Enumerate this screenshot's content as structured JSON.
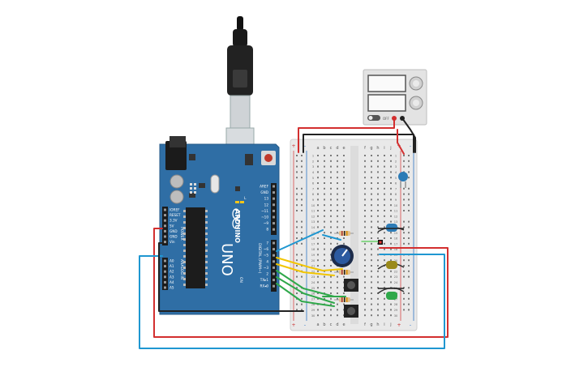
{
  "arduino": {
    "brand": "ARDUINO",
    "model": "UNO",
    "power_header_labels": [
      "IOREF",
      "RESET",
      "3.3V",
      "5V",
      "GND",
      "GND",
      "Vin"
    ],
    "power_header_title": "POWER",
    "analog_labels": [
      "A0",
      "A1",
      "A2",
      "A3",
      "A4",
      "A5"
    ],
    "analog_title": "ANALOG IN",
    "digital_top_labels": [
      "AREF",
      "GND",
      "13",
      "12",
      "~11",
      "~10",
      "~9",
      "8"
    ],
    "digital_bottom_labels": [
      "7",
      "~6",
      "~5",
      "4",
      "~3",
      "2",
      "TX▸1",
      "RX◂0"
    ],
    "digital_title": "DIGITAL (PWM~)",
    "led_labels": [
      "L",
      "TX",
      "RX"
    ],
    "on_label": "ON"
  },
  "breadboard": {
    "column_letters_left": [
      "a",
      "b",
      "c",
      "d",
      "e"
    ],
    "column_letters_right": [
      "f",
      "g",
      "h",
      "i",
      "j"
    ],
    "row_count": 30,
    "rail_plus": "+",
    "rail_minus": "-"
  },
  "power_supply": {
    "switch_label": "OFF"
  },
  "colors": {
    "board_blue": "#2f6ea5",
    "wire_red": "#d32f2f",
    "wire_black": "#222222",
    "wire_blue": "#1f97d1",
    "wire_yellow": "#f2c500",
    "wire_green": "#2fa84a",
    "led_blue": "#2c7bb6",
    "led_olive": "#9a8a1a",
    "led_green": "#2fa84a",
    "led_red": "#e53935"
  }
}
